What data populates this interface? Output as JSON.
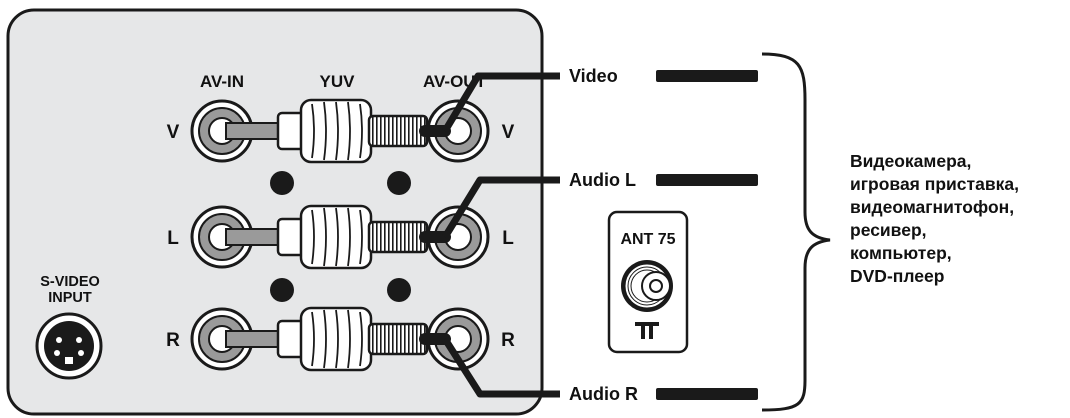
{
  "panel": {
    "header_av_in": "AV-IN",
    "header_yuv": "YUV",
    "header_av_out": "AV-OUT",
    "row_left_labels": [
      "V",
      "L",
      "R"
    ],
    "row_right_labels": [
      "V",
      "L",
      "R"
    ],
    "svideo_label_line1": "S-VIDEO",
    "svideo_label_line2": "INPUT",
    "ant_label": "ANT 75"
  },
  "connections": {
    "video": "Video",
    "audio_l": "Audio L",
    "audio_r": "Audio R"
  },
  "devices": [
    "Видеокамера,",
    "игровая приставка,",
    "видеомагнитофон,",
    "ресивер,",
    "компьютер,",
    "DVD-плеер"
  ],
  "colors": {
    "panel_fill": "#e6e7e8",
    "outline": "#1a1a1a",
    "jack_outer": "#ffffff",
    "jack_body": "#9a9a9a"
  }
}
